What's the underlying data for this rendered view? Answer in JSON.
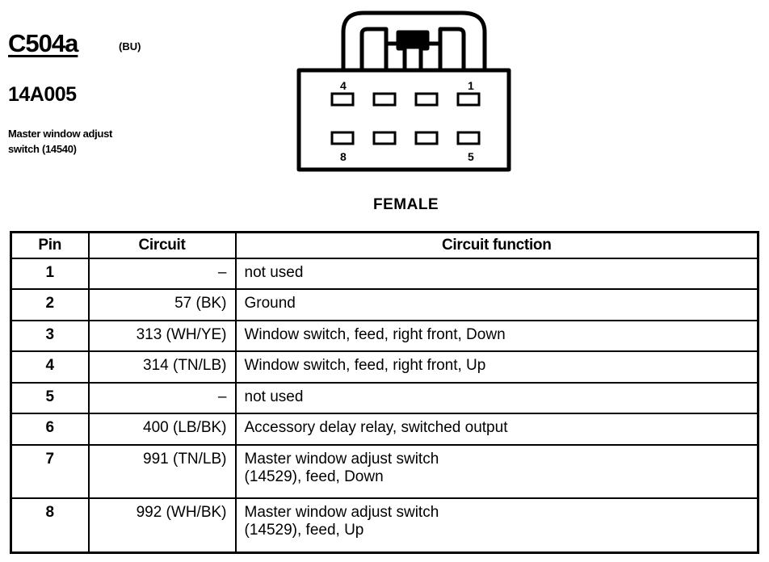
{
  "header": {
    "connector_id": "C504a",
    "connector_location": "(BU)",
    "part_number": "14A005",
    "description": "Master window adjust\nswitch (14540)"
  },
  "connector_view": {
    "gender": "FEMALE",
    "labels": {
      "pin_4": "4",
      "pin_1": "1",
      "pin_8": "8",
      "pin_5": "5"
    }
  },
  "table": {
    "headers": {
      "pin": "Pin",
      "circuit": "Circuit",
      "function": "Circuit function"
    },
    "rows": [
      {
        "pin": "1",
        "circuit": "–",
        "function": "not used"
      },
      {
        "pin": "2",
        "circuit": "57 (BK)",
        "function": "Ground"
      },
      {
        "pin": "3",
        "circuit": "313 (WH/YE)",
        "function": "Window switch, feed, right front, Down"
      },
      {
        "pin": "4",
        "circuit": "314 (TN/LB)",
        "function": "Window switch, feed, right front, Up"
      },
      {
        "pin": "5",
        "circuit": "–",
        "function": "not used"
      },
      {
        "pin": "6",
        "circuit": "400 (LB/BK)",
        "function": "Accessory delay relay, switched output"
      },
      {
        "pin": "7",
        "circuit": "991 (TN/LB)",
        "function": "Master window adjust switch\n(14529), feed, Down"
      },
      {
        "pin": "8",
        "circuit": "992 (WH/BK)",
        "function": "Master window adjust switch\n(14529), feed, Up"
      }
    ]
  }
}
